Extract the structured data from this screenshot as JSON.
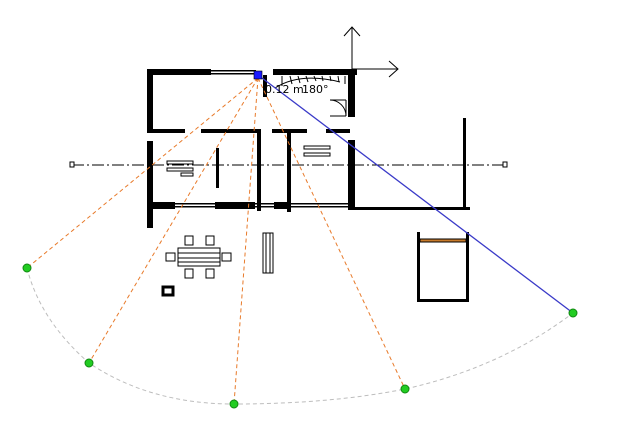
{
  "view": {
    "type": "floor-plan-camera-view",
    "background_color": "#ffffff"
  },
  "camera": {
    "height_label": "0.12 m",
    "angle_label": "180°",
    "field_of_view_deg": 180,
    "marker_color": "#1a1aff",
    "ray_color": "#e87a2a",
    "arc_color": "#bdbdbd",
    "handle_color": "#22cc22",
    "direction_line_color": "#3a3ac8"
  },
  "plan": {
    "wall_color": "#000000",
    "section_line": "dash-dot"
  },
  "icons": {
    "north_axes": "axes-arrows-icon",
    "stair": "stair-icon",
    "door": "door-swing-icon"
  }
}
